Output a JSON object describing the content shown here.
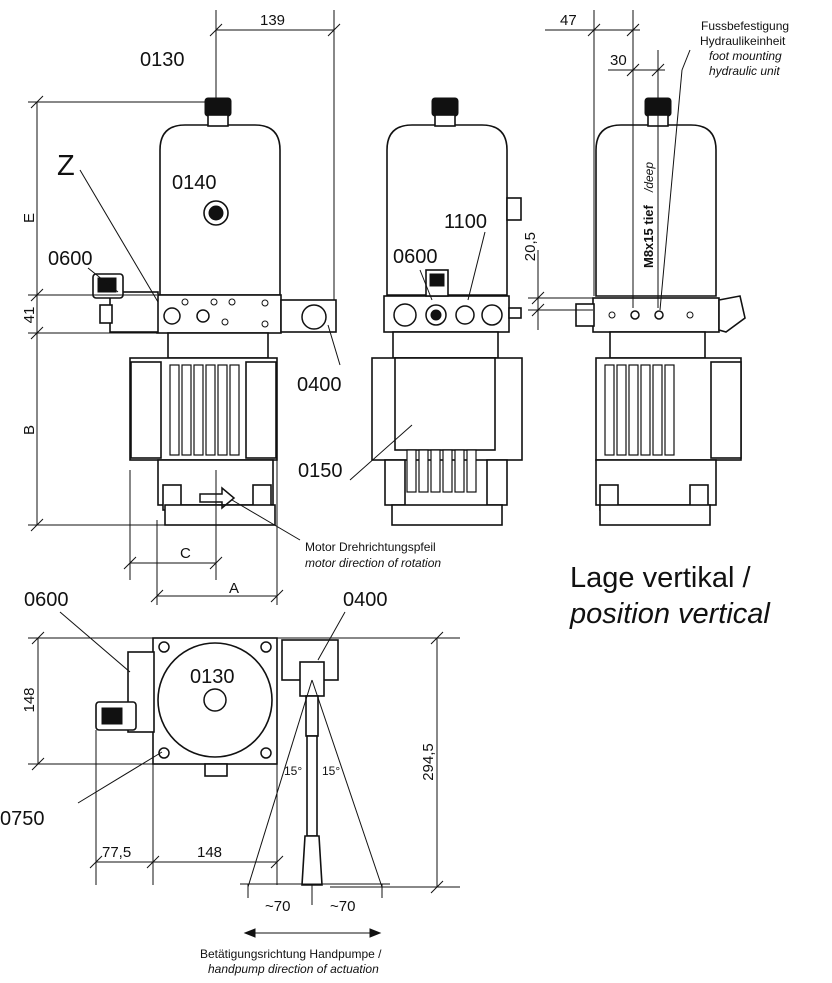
{
  "labels": {
    "part_0130_top": "0130",
    "part_0130_plan": "0130",
    "part_z": "Z",
    "part_0140": "0140",
    "part_0600_front": "0600",
    "part_0600_side": "0600",
    "part_0600_plan": "0600",
    "part_0400_front": "0400",
    "part_0400_plan": "0400",
    "part_1100": "1100",
    "part_0150": "0150",
    "part_0750": "0750"
  },
  "dimensions": {
    "d139": "139",
    "d47": "47",
    "d30": "30",
    "d20_5": "20,5",
    "d41": "41",
    "dE": "E",
    "dB": "B",
    "dC": "C",
    "dA": "A",
    "d148_v": "148",
    "d294_5": "294,5",
    "d77_5": "77,5",
    "d148_h": "148",
    "d70_left": "~70",
    "d70_right": "~70",
    "angle_left": "15°",
    "angle_right": "15°",
    "thread": "M8x15 tief",
    "thread_en": "/deep"
  },
  "notes": {
    "foot_de_1": "Fussbefestigung",
    "foot_de_2": "Hydraulikeinheit",
    "foot_en_1": "foot mounting",
    "foot_en_2": "hydraulic unit",
    "motor_de": "Motor Drehrichtungspfeil",
    "motor_en": "motor direction of rotation",
    "position_de": "Lage vertikal /",
    "position_en": "position vertical",
    "handpump_de": "Betätigungsrichtung Handpumpe /",
    "handpump_en": "handpump direction of actuation"
  }
}
